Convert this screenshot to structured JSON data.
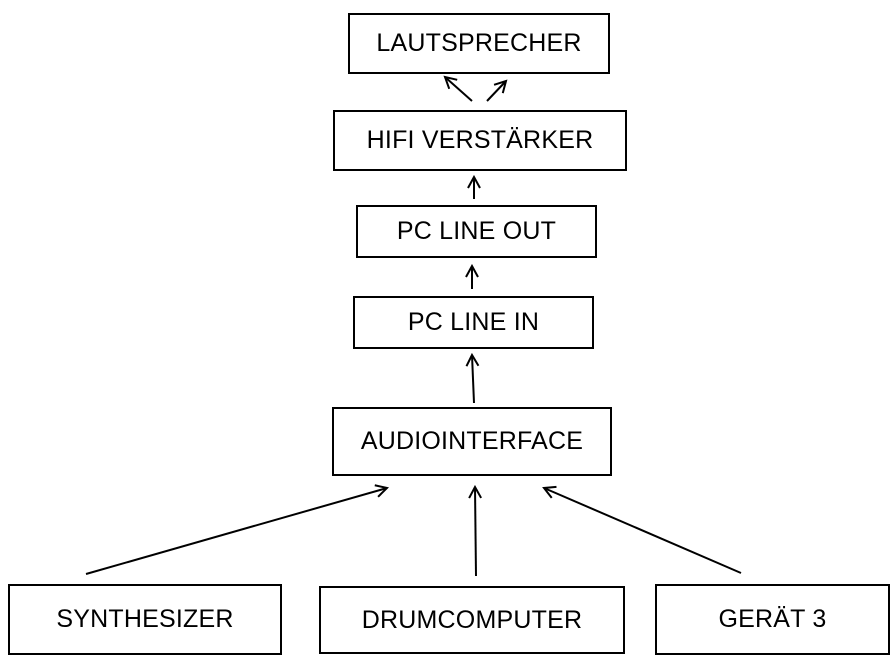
{
  "diagram": {
    "nodes": {
      "lautsprecher": "LAUTSPRECHER",
      "hifi_verstaerker": "HIFI VERSTÄRKER",
      "pc_line_out": "PC LINE OUT",
      "pc_line_in": "PC LINE IN",
      "audiointerface": "AUDIOINTERFACE",
      "synthesizer": "SYNTHESIZER",
      "drumcomputer": "DRUMCOMPUTER",
      "geraet_3": "GERÄT 3"
    },
    "edges": [
      {
        "from": "HIFI VERSTÄRKER",
        "to": "LAUTSPRECHER"
      },
      {
        "from": "HIFI VERSTÄRKER",
        "to": "LAUTSPRECHER"
      },
      {
        "from": "PC LINE OUT",
        "to": "HIFI VERSTÄRKER"
      },
      {
        "from": "PC LINE IN",
        "to": "PC LINE OUT"
      },
      {
        "from": "AUDIOINTERFACE",
        "to": "PC LINE IN"
      },
      {
        "from": "SYNTHESIZER",
        "to": "AUDIOINTERFACE"
      },
      {
        "from": "DRUMCOMPUTER",
        "to": "AUDIOINTERFACE"
      },
      {
        "from": "GERÄT 3",
        "to": "AUDIOINTERFACE"
      }
    ],
    "colors": {
      "stroke": "#000000",
      "background": "#ffffff",
      "text": "#000000"
    }
  }
}
